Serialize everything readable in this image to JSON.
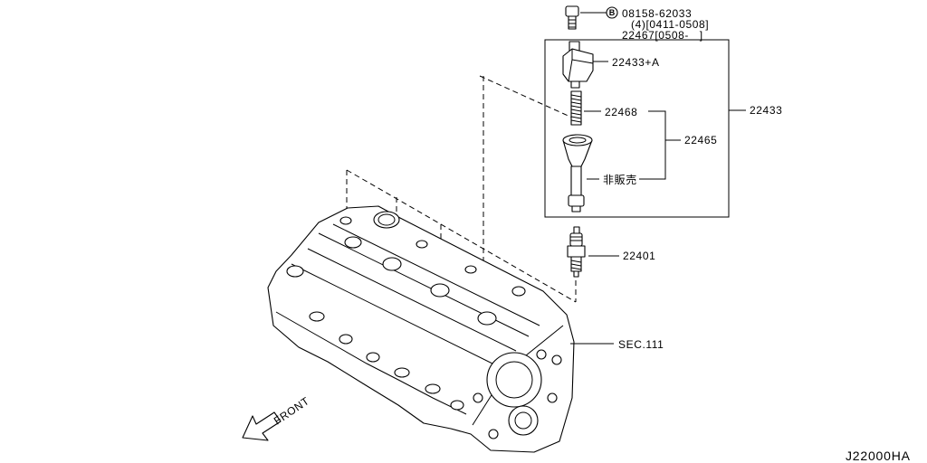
{
  "diagram": {
    "bolt_callout": {
      "ref_symbol": "B",
      "part_number": "08158-62033",
      "quantity_and_dates": "(4)[0411-0508]",
      "alternate_part": "22467[0508-   ]"
    },
    "callouts": {
      "ignition_coil": "22433+A",
      "spring": "22468",
      "boot_group": "22465",
      "not_for_sale": "非販売",
      "coil_assembly": "22433",
      "spark_plug": "22401",
      "cylinder_head_section": "SEC.111"
    },
    "front_indicator": "FRONT",
    "diagram_code": "J22000HA"
  }
}
